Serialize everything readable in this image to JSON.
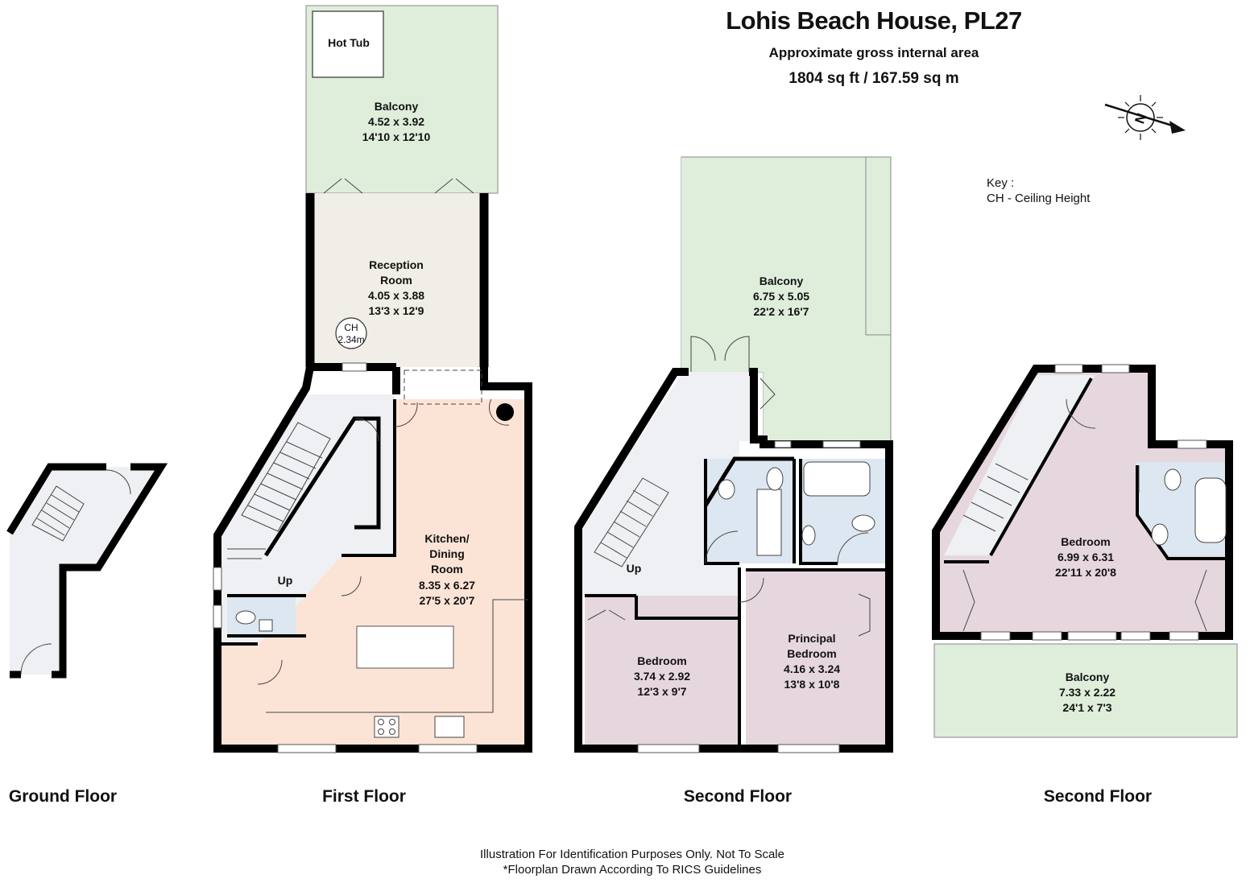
{
  "header": {
    "title": "Lohis Beach House, PL27",
    "subtitle": "Approximate gross internal area",
    "area": "1804 sq ft  /  167.59 sq m"
  },
  "compass": {
    "label": "N"
  },
  "key": {
    "heading": "Key :",
    "entry": "CH - Ceiling Height"
  },
  "floors": {
    "ground": {
      "label": "Ground Floor"
    },
    "first": {
      "label": "First Floor",
      "balcony": {
        "name": "Balcony",
        "metric": "4.52 x 3.92",
        "imperial": "14'10 x 12'10"
      },
      "hot_tub": "Hot Tub",
      "reception": {
        "name_1": "Reception",
        "name_2": "Room",
        "metric": "4.05 x 3.88",
        "imperial": "13'3 x 12'9"
      },
      "ceiling": {
        "code": "CH",
        "height": "2.34m"
      },
      "kitchen": {
        "name_1": "Kitchen/",
        "name_2": "Dining",
        "name_3": "Room",
        "metric": "8.35 x 6.27",
        "imperial": "27'5 x 20'7"
      },
      "stairs": "Up"
    },
    "second_a": {
      "label": "Second Floor",
      "balcony": {
        "name": "Balcony",
        "metric": "6.75 x 5.05",
        "imperial": "22'2 x 16'7"
      },
      "bedroom": {
        "name": "Bedroom",
        "metric": "3.74 x 2.92",
        "imperial": "12'3 x 9'7"
      },
      "principal": {
        "name_1": "Principal",
        "name_2": "Bedroom",
        "metric": "4.16 x 3.24",
        "imperial": "13'8 x 10'8"
      },
      "stairs": "Up"
    },
    "second_b": {
      "label": "Second Floor",
      "bedroom": {
        "name": "Bedroom",
        "metric": "6.99 x 6.31",
        "imperial": "22'11 x 20'8"
      },
      "balcony": {
        "name": "Balcony",
        "metric": "7.33 x 2.22",
        "imperial": "24'1 x 7'3"
      }
    }
  },
  "colors": {
    "balcony": "#dfeedb",
    "reception": "#f1eee7",
    "kitchen": "#fbe4d6",
    "bedroom": "#e6d7df",
    "bathroom": "#dde7f1",
    "hall": "#eef0f3",
    "wall": "#000000"
  },
  "footer": {
    "line1": "Illustration For Identification Purposes Only. Not To Scale",
    "line2": "*Floorplan Drawn According To RICS Guidelines"
  }
}
